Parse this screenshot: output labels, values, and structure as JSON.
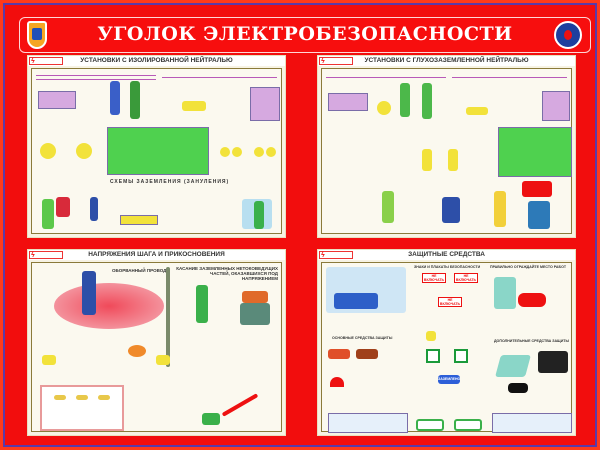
{
  "header": {
    "title": "УГОЛОК ЭЛЕКТРОБЕЗОПАСНОСТИ",
    "logo_left": "mchs-emblem",
    "logo_right": "mchs-round-emblem"
  },
  "colors": {
    "background": "#f20d0d",
    "border": "#5a3aa8",
    "panel": "#f7f3e4"
  },
  "panels": [
    {
      "title": "УСТАНОВКИ С ИЗОЛИРОВАННОЙ НЕЙТРАЛЬЮ",
      "section": "СХЕМЫ ЗАЗЕМЛЕНИЯ (ЗАНУЛЕНИЯ)"
    },
    {
      "title": "УСТАНОВКИ С ГЛУХОЗАЗЕМЛЕННОЙ НЕЙТРАЛЬЮ"
    },
    {
      "title": "НАПРЯЖЕНИЯ ШАГА И ПРИКОСНОВЕНИЯ",
      "label1": "ОБОРВАННЫЙ ПРОВОД",
      "label2": "КАСАНИЕ ЗАЗЕМЛЕННЫХ НЕТОКОВЕДУЩИХ ЧАСТЕЙ, ОКАЗАВШИХСЯ ПОД НАПРЯЖЕНИЕМ"
    },
    {
      "title": "ЗАЩИТНЫЕ СРЕДСТВА",
      "signs_title": "ЗНАКИ И ПЛАКАТЫ БЕЗОПАСНОСТИ",
      "fence_title": "ПРАВИЛЬНО ОГРАЖДАЙТЕ МЕСТО РАБОТ",
      "basic_title": "ОСНОВНЫЕ СРЕДСТВА ЗАЩИТЫ",
      "extra_title": "ДОПОЛНИТЕЛЬНЫЕ СРЕДСТВА ЗАЩИТЫ",
      "sign_no_switch": "НЕ ВКЛЮЧАТЬ",
      "sign_grounded": "ЗАЗЕМЛЕНО"
    }
  ]
}
